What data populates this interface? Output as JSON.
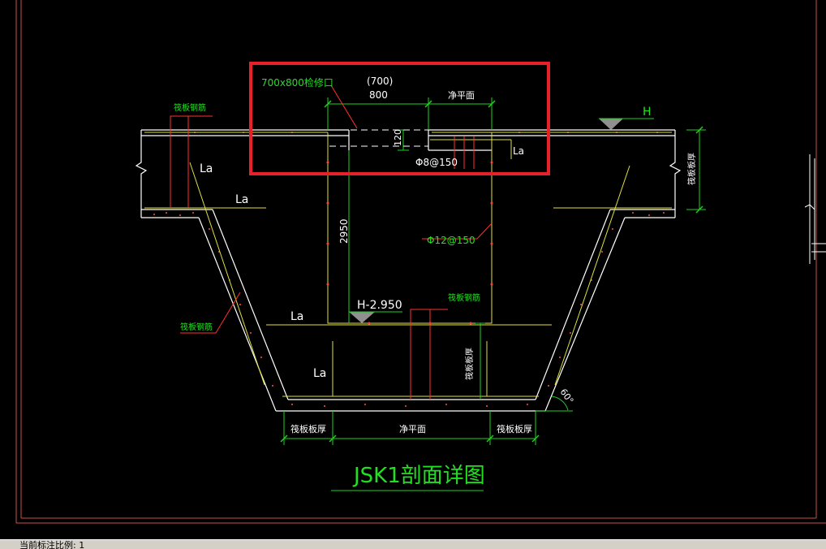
{
  "colors": {
    "background": "#000000",
    "frame": "#c85050",
    "structure": "#ffffff",
    "rebar": "#e0e040",
    "dimension": "#20d020",
    "leader": "#ff3030",
    "highlight_box": "#e8202a",
    "text_white": "#ffffff",
    "text_green": "#20e020",
    "marker": "#909090"
  },
  "drawing": {
    "title": "JSK1剖面详图",
    "labels": {
      "hatch_opening": "700x800检修口",
      "opening_alt": "(700)",
      "opening_width": "800",
      "clear_plan_top": "净平面",
      "clear_plan_bottom": "净平面",
      "level_top": "H",
      "level_bottom": "H-2.950",
      "depth": "2950",
      "slab_120": "120",
      "rebar_top": "Φ8@150",
      "rebar_wall": "Φ12@150",
      "raft_rebar_1": "筏板钢筋",
      "raft_rebar_2": "筏板钢筋",
      "raft_rebar_3": "筏板钢筋",
      "raft_thickness_right": "筏板板厚",
      "raft_thickness_center": "筏板板厚",
      "raft_thickness_left": "筏板板厚",
      "raft_thickness_bottom_right": "筏板板厚",
      "anchor": "La",
      "angle": "60°"
    }
  },
  "status_bar": {
    "text": "当前标注比例: 1"
  }
}
